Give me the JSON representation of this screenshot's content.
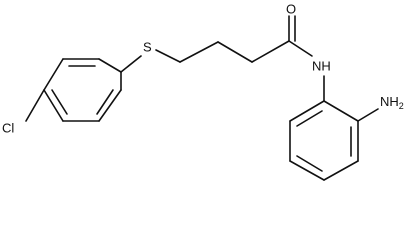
{
  "atoms": {
    "oxygen": "O",
    "sulfur": "S",
    "chlorine": "Cl",
    "amide_nh": "NH",
    "amine": "NH",
    "amine_subscript": "2"
  },
  "colors": {
    "bond": "#111111",
    "background": "#ffffff"
  }
}
